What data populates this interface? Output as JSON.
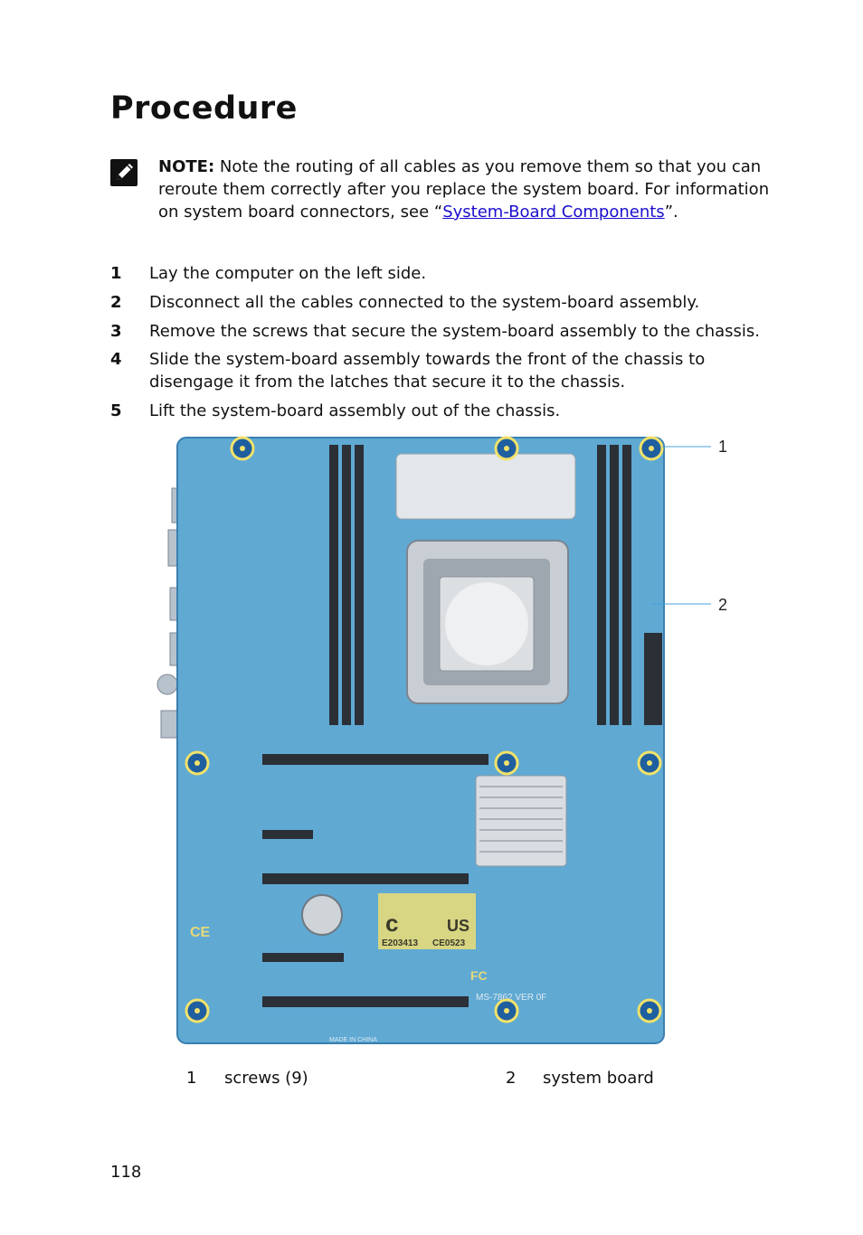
{
  "title": "Procedure",
  "note": {
    "label": "NOTE:",
    "text_before": " Note the routing of all cables as you remove them so that you can reroute them correctly after you replace the system board. For information on system board connectors, see “",
    "link_text": "System-Board Components",
    "text_after": "”."
  },
  "steps": [
    {
      "number": "1",
      "text": "Lay the computer on the left side."
    },
    {
      "number": "2",
      "text": "Disconnect all the cables connected to the system-board assembly."
    },
    {
      "number": "3",
      "text": "Remove the screws that secure the system-board assembly to the chassis."
    },
    {
      "number": "4",
      "text": "Slide the system-board assembly towards the front of the chassis to disengage it from the latches that secure it to the chassis."
    },
    {
      "number": "5",
      "text": "Lift the system-board assembly out of the chassis."
    }
  ],
  "figure": {
    "callouts": [
      "1",
      "2"
    ],
    "board_markings": {
      "ul_c": "c",
      "ul_us": "US",
      "cert_left": "E203413",
      "cert_right": "CE0523",
      "model": "MS-7862 VER 0F",
      "made_in": "MADE IN CHINA",
      "ce": "CE",
      "fc": "FC"
    },
    "colors": {
      "board": "#5fa9d3",
      "board_dark": "#3c8ac0",
      "ram_slot": "#2b2f36",
      "heatsink": "#d9dde2",
      "screw": "#1f5fa0",
      "screw_ring": "#f2e26a"
    }
  },
  "legend": [
    {
      "number": "1",
      "label": "screws (9)"
    },
    {
      "number": "2",
      "label": "system board"
    }
  ],
  "page_number": "118"
}
